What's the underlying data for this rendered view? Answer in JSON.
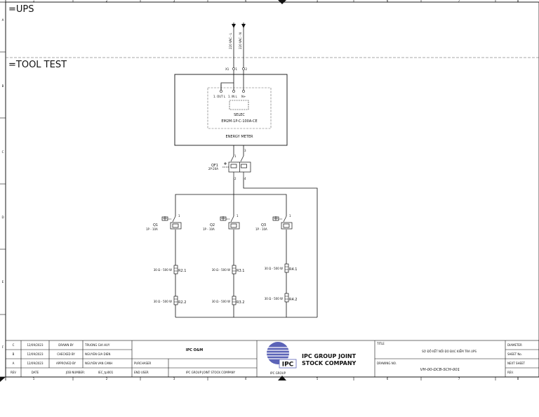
{
  "sections": {
    "ups": "=UPS",
    "tool_test": "=TOOL TEST"
  },
  "col_numbers": [
    "1",
    "2",
    "3",
    "4",
    "5",
    "6",
    "7",
    "8"
  ],
  "row_letters": [
    "A",
    "B",
    "C",
    "D",
    "E",
    "F"
  ],
  "supply": {
    "l": "220 VAC - L",
    "n": "220 VAC - N"
  },
  "terminal": {
    "name": "X1",
    "pin1": "1",
    "pin2": "2"
  },
  "meter": {
    "pins": [
      "1. OUT L",
      "1. IN L",
      "N+"
    ],
    "model_line1": "SELEC",
    "model_line2": "EM2M-1P-C-100A-CE",
    "label": "ENERGY METER"
  },
  "main_breaker": {
    "name": "QF1",
    "rating": "2P-20A",
    "pins": [
      "1",
      "2",
      "3",
      "4"
    ]
  },
  "branches": [
    {
      "breaker": "Q1",
      "rating": "1P - 10A",
      "r1": "R2.1",
      "r2": "R2.2"
    },
    {
      "breaker": "Q2",
      "rating": "1P - 10A",
      "r1": "R3.1",
      "r2": "R3.2"
    },
    {
      "breaker": "Q3",
      "rating": "1P - 10A",
      "r1": "R4.1",
      "r2": "R4.2"
    }
  ],
  "resistor_spec": "30 Ω - 500 W",
  "title_block": {
    "revisions": [
      {
        "rev": "C",
        "date": "12/09/2023",
        "role": "DRAWN BY",
        "name": "TRUONG GIA HUY"
      },
      {
        "rev": "B",
        "date": "12/09/2023",
        "role": "CHECKED BY",
        "name": "NGUYEN GIA DIEN"
      },
      {
        "rev": "A",
        "date": "12/09/2023",
        "role": "APPROVED BY",
        "name": "NGUYEN VAN CANH"
      }
    ],
    "header_rev": "REV",
    "header_date": "DATE",
    "job_label": "JOB NUMBER:",
    "job_value": "IEC_tpl001",
    "project": "IPC O&M",
    "purchaser_label": "PURCHASER",
    "end_user_label": "END USER",
    "end_user_value": "IPC GROUP JOINT STOCK COMPANY",
    "company_line1": "IPC GROUP JOINT",
    "company_line2": "STOCK COMPANY",
    "logo_text": "IPC",
    "logo_caption": "IPC GROUP",
    "title_label": "TITLE",
    "title_value": "SƠ ĐỒ KẾT NỐI ĐO ĐẠC KIỂM TRA UPS",
    "drawing_no_label": "DRAWING NO.",
    "drawing_no_value": "VH-00-DCB-SCH-001",
    "diameter_label": "DIAMETER",
    "sheet_no_label": "SHEET No.",
    "next_sheet_label": "NEXT SHEET",
    "rev_label": "REV."
  },
  "colors": {
    "line": "#111111",
    "logo": "#5b63b7",
    "dash": "#666666"
  }
}
